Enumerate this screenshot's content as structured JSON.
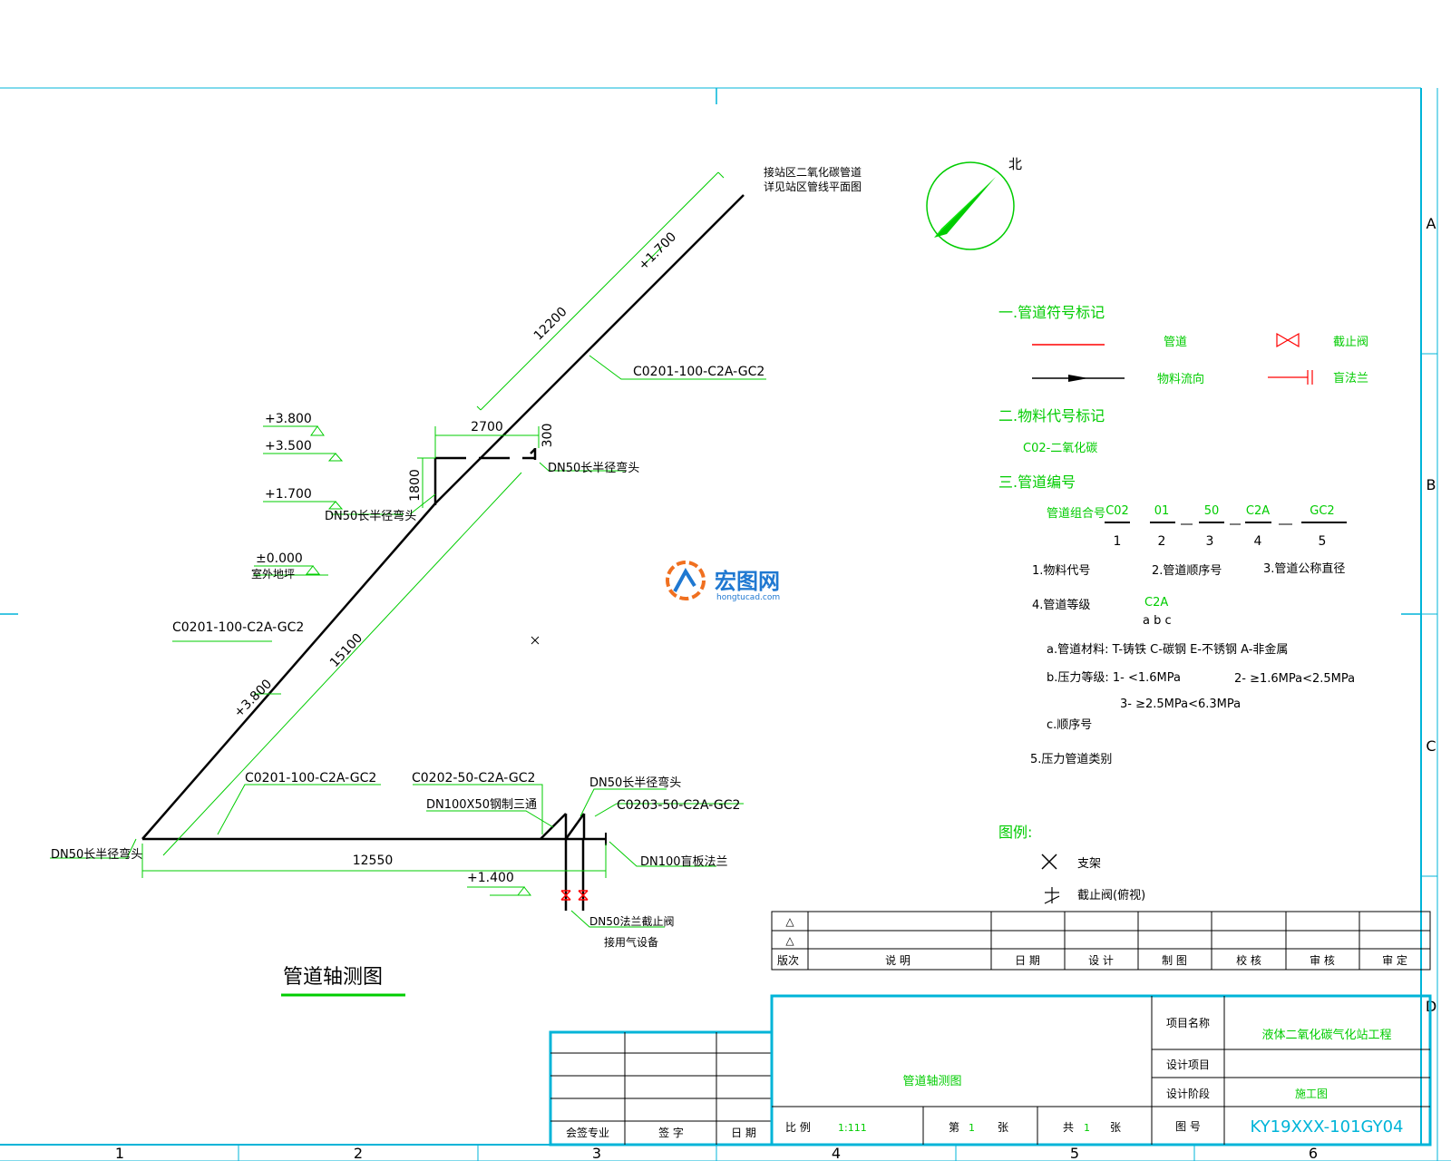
{
  "colors": {
    "pipe": "#000000",
    "dimension": "#00cc00",
    "frame": "#00b4d8",
    "legend_text": "#00cc00",
    "valve": "#ff0000",
    "watermark_blue": "#1f78d1",
    "watermark_orange": "#f07020"
  },
  "grid": {
    "columns": [
      "1",
      "2",
      "3",
      "4",
      "5",
      "6"
    ],
    "rows": [
      "A",
      "B",
      "C",
      "D"
    ]
  },
  "north": {
    "label": "北"
  },
  "note_top": {
    "line1": "接站区二氧化碳管道",
    "line2": "详见站区管线平面图"
  },
  "dims": {
    "d12200": "12200",
    "d15100": "15100",
    "d2700": "2700",
    "d300": "300",
    "d1800": "1800",
    "d12550": "12550"
  },
  "levels": {
    "l1700_diag": "+1.700",
    "l3800": "+3.800",
    "l3500": "+3.500",
    "l1700": "+1.700",
    "l0000": "±0.000",
    "ground": "室外地坪",
    "l3800_diag": "+3.800",
    "l1400": "+1.400"
  },
  "labels": {
    "line_a": "C0201-100-C2A-GC2",
    "line_b": "C0201-100-C2A-GC2",
    "line_c": "C0201-100-C2A-GC2",
    "line_d": "C0202-50-C2A-GC2",
    "line_e": "C0203-50-C2A-GC2",
    "elbow_top": "DN50长半径弯头",
    "elbow_mid": "DN50长半径弯头",
    "elbow_left": "DN50长半径弯头",
    "elbow_right": "DN50长半径弯头",
    "tee": "DN100X50钢制三通",
    "blind": "DN100盲板法兰",
    "valve1": "DN50法兰截止阀",
    "valve2": "接用气设备"
  },
  "drawing_title": "管道轴测图",
  "watermark": {
    "brand": "宏图网",
    "site": "hongtucad.com"
  },
  "legend": {
    "s1": "一.管道符号标记",
    "pipe": "管道",
    "stop_valve": "截止阀",
    "flow": "物料流向",
    "blind_flange": "盲法兰",
    "s2": "二.物料代号标记",
    "co2": "C02-二氧化碳",
    "s3": "三.管道编号",
    "combo": "管道组合号",
    "codes": [
      "C02",
      "01",
      "50",
      "C2A",
      "GC2"
    ],
    "nums": [
      "1",
      "2",
      "3",
      "4",
      "5"
    ],
    "item1": "1.物料代号",
    "item2": "2.管道顺序号",
    "item3": "3.管道公称直径",
    "item4": "4.管道等级",
    "c2a": "C2A",
    "abc": "a b c",
    "ia": "a.管道材料: T-铸铁  C-碳钢  E-不锈钢  A-非金属",
    "ib1": "b.压力等级: 1- <1.6MPa",
    "ib2": "2- ≥1.6MPa<2.5MPa",
    "ib3": "3- ≥2.5MPa<6.3MPa",
    "ic": "c.顺序号",
    "item5": "5.压力管道类别",
    "legend_title": "图例:",
    "support": "支架",
    "valve_plan": "截止阀(俯视)"
  },
  "revision": {
    "rows": [
      "△",
      "△"
    ],
    "headers": [
      "版次",
      "说    明",
      "日  期",
      "设  计",
      "制  图",
      "校  核",
      "审  核",
      "审  定"
    ]
  },
  "sign": {
    "h1": "会签专业",
    "h2": "签  字",
    "h3": "日 期"
  },
  "titleblock": {
    "proj_label": "项目名称",
    "proj_value": "液体二氧化碳气化站工程",
    "item_label": "设计项目",
    "item_value": "",
    "stage_label": "设计阶段",
    "stage_value": "施工图",
    "draw_name": "管道轴测图",
    "scale_label": "比  例",
    "scale_value": "1:111",
    "sheet_label": "第",
    "sheet_value": "1",
    "sheet_unit": "张",
    "total_label": "共",
    "total_value": "1",
    "total_unit": "张",
    "no_label": "图  号",
    "no_value": "KY19XXX-101GY04"
  }
}
